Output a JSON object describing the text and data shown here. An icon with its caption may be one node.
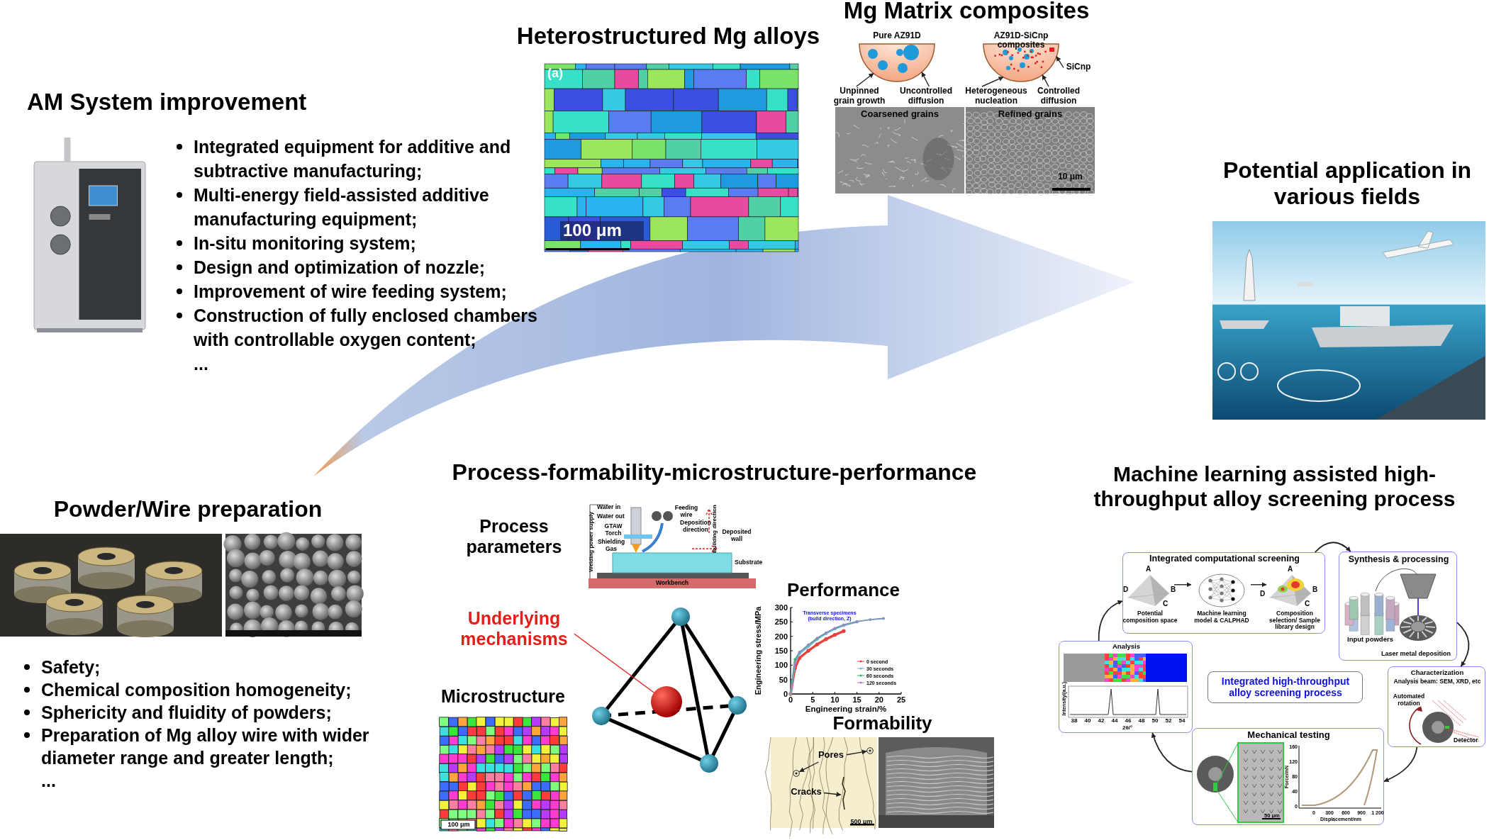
{
  "diagram": {
    "nodes": [
      {
        "text": [
          "AM System improvement",
          "Integrated equipment for additive and subtractive manufacturing;",
          "Multi-energy field-assisted additive manufacturing equipment;",
          "In-situ monitoring system;",
          "Design and optimization of nozzle;",
          "Improvement of wire feeding system;",
          "Construction of fully enclosed chambers with controllable oxygen content;",
          "..."
        ]
      },
      {
        "text": [],
        "shape": "picture",
        "in": 0
      },
      {
        "text": [
          "Heterostructured Mg alloys"
        ]
      },
      {
        "text": [],
        "shape": "picture",
        "in": 2
      },
      {
        "text": [
          "Mg Matrix composites"
        ]
      },
      {
        "text": [
          "Pure AZ91D"
        ],
        "in": 4
      },
      {
        "text": [
          "AZ91D-SiCnp composites"
        ],
        "in": 4
      },
      {
        "text": [
          "Unpinned grain growth"
        ],
        "in": 4
      },
      {
        "text": [
          "Uncontrolled diffusion"
        ],
        "in": 4
      },
      {
        "text": [
          "Heterogeneous nucleation"
        ],
        "in": 4
      },
      {
        "text": [
          "Controlled diffusion"
        ],
        "in": 4
      },
      {
        "text": [
          "SiCnp"
        ],
        "in": 4
      },
      {
        "text": [
          "Coarsened grains"
        ],
        "in": 4
      },
      {
        "text": [
          "Refined grains"
        ],
        "in": 4
      },
      {
        "text": [
          "Potential application in various fields"
        ]
      },
      {
        "text": [],
        "shape": "picture",
        "in": 14
      },
      {
        "text": [
          "Powder/Wire preparation",
          "Safety;",
          "Chemical composition homogeneity;",
          "Sphericity and fluidity of powders;",
          "Preparation of Mg alloy wire with wider diameter range and greater length;",
          "..."
        ]
      },
      {
        "text": [],
        "shape": "picture",
        "in": 16
      },
      {
        "text": [],
        "shape": "picture",
        "in": 16
      },
      {
        "text": [
          "Process-formability-microstructure-performance"
        ]
      },
      {
        "text": [
          "Process parameters"
        ],
        "in": 19
      },
      {
        "text": [],
        "shape": "picture",
        "in": 19
      },
      {
        "text": [
          "Underlying mechanisms"
        ],
        "in": 19
      },
      {
        "text": [],
        "shape": "circle",
        "in": 19
      },
      {
        "text": [
          "Microstructure"
        ],
        "in": 19
      },
      {
        "text": [],
        "shape": "picture",
        "in": 24
      },
      {
        "text": [
          "Performance"
        ],
        "in": 19
      },
      {
        "text": [
          "Formability"
        ],
        "in": 19
      },
      {
        "text": [],
        "shape": "picture",
        "in": 27
      },
      {
        "text": [],
        "shape": "picture",
        "in": 27
      },
      {
        "text": [
          "Pores"
        ],
        "in": 28
      },
      {
        "text": [
          "Cracks"
        ],
        "in": 28
      },
      {
        "text": [
          "Machine learning assisted high-throughput alloy screening process"
        ]
      },
      {
        "text": [
          "Integrated computational screening"
        ],
        "in": 32
      },
      {
        "text": [
          "Potential composition space"
        ],
        "in": 33,
        "beside": [
          "A",
          "B",
          "C",
          "D"
        ]
      },
      {
        "text": [
          "Machine learning model & CALPHAD"
        ],
        "in": 33
      },
      {
        "text": [
          "Composition selection/ Sample library design"
        ],
        "in": 33,
        "beside": [
          "A",
          "B",
          "C",
          "D"
        ]
      },
      {
        "text": [
          "Synthesis & processing"
        ],
        "in": 32
      },
      {
        "text": [
          "Characterization",
          "Analysis beam: SEM, XRD, etc"
        ],
        "in": 32
      },
      {
        "text": [
          "Mechanical testing"
        ],
        "in": 32
      },
      {
        "text": [
          "Analysis"
        ],
        "in": 32
      },
      {
        "text": [
          "Integrated high-throughput alloy screening process"
        ],
        "in": 32
      },
      {
        "text": [],
        "shape": "circle",
        "in": 28
      },
      {
        "text": [],
        "shape": "circle",
        "in": 28
      },
      {
        "text": [],
        "shape": "line",
        "in": 28
      }
    ],
    "edges": [
      {
        "from": 7,
        "to": 5,
        "arrow": "to"
      },
      {
        "from": 8,
        "to": 5,
        "arrow": "to"
      },
      {
        "from": 9,
        "to": 6,
        "arrow": "to"
      },
      {
        "from": 10,
        "to": 6,
        "arrow": "to"
      },
      {
        "from": 11,
        "to": 6,
        "arrow": "to"
      },
      {
        "from": 22,
        "to": 23,
        "arrow": "none",
        "color": "#e0201b"
      },
      {
        "from": 30,
        "to": 42,
        "arrow": "to"
      },
      {
        "from": 30,
        "to": 43,
        "arrow": "to"
      },
      {
        "from": 31,
        "to": 44,
        "arrow": "to"
      },
      {
        "from": 34,
        "to": 35,
        "arrow": "to"
      },
      {
        "from": 35,
        "to": 36,
        "arrow": "to"
      },
      {
        "from": 33,
        "to": 37,
        "arrow": "to"
      },
      {
        "from": 37,
        "to": 38,
        "arrow": "to"
      },
      {
        "from": 38,
        "to": 39,
        "arrow": "to"
      },
      {
        "from": 39,
        "to": 40,
        "arrow": "to"
      },
      {
        "from": 40,
        "to": 33,
        "arrow": "to"
      }
    ],
    "labels": [
      "(a)",
      "100 μm",
      "10 μm",
      "Water in",
      "Water out",
      "GTAW Torch",
      "Shielding Gas",
      "Feeding wire",
      "Deposition direction",
      "Building direction",
      "Deposited wall",
      "Substrate",
      "Workbench",
      "Welding power supply",
      "100 μm",
      "500 μm",
      "Input powders",
      "Laser metal deposition",
      "Automated rotation",
      "Detector",
      "50 μm",
      "160",
      "120",
      "80",
      "40",
      "0",
      "Force/mN",
      "0",
      "300",
      "600",
      "900",
      "1 200",
      "Displacement/nm",
      "Intensity/(a.u.)",
      "38",
      "40",
      "42",
      "44",
      "46",
      "48",
      "50",
      "52",
      "54",
      "2θ/°"
    ],
    "chart_data": {
      "type": "line",
      "xlabel": "Engineering strain/%",
      "ylabel": "Engineering stress/MPa",
      "x": [
        0,
        1,
        2,
        4,
        6,
        8,
        10,
        12,
        15,
        18,
        21
      ],
      "series": [
        {
          "name": "0 second",
          "color": "#e8403a",
          "values": [
            0,
            90,
            125,
            150,
            172,
            190,
            205,
            218,
            null,
            null,
            null
          ]
        },
        {
          "name": "30 seconds",
          "color": "#7fb3d8",
          "values": [
            0,
            110,
            140,
            165,
            190,
            210,
            226,
            238,
            250,
            null,
            null
          ]
        },
        {
          "name": "60 seconds",
          "color": "#3cb371",
          "values": [
            0,
            120,
            145,
            170,
            193,
            212,
            228,
            240,
            251,
            258,
            262
          ]
        },
        {
          "name": "120 seconds",
          "color": "#b07be0",
          "values": [
            0,
            105,
            145,
            172,
            195,
            213,
            229,
            240,
            251,
            258,
            262
          ]
        }
      ],
      "xlim": [
        0,
        25
      ],
      "ylim": [
        0,
        300
      ],
      "xticks": [
        0,
        5,
        10,
        15,
        20,
        25
      ],
      "yticks": [
        0,
        50,
        100,
        150,
        200,
        250,
        300
      ],
      "legend": "lower right",
      "annotations": [
        "Transverse specimens (build direction, Z)"
      ]
    }
  }
}
